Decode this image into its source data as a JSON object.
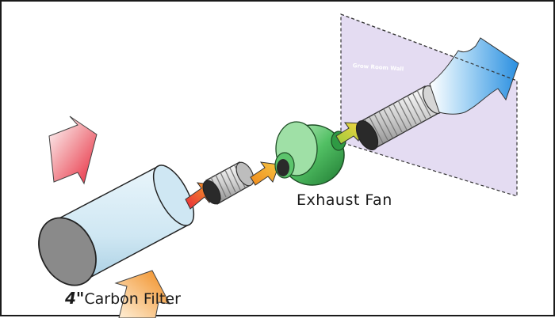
{
  "labels": {
    "exhaust_fan": "Exhaust Fan",
    "carbon_filter_size": "4\"",
    "carbon_filter": "Carbon Filter",
    "grow_room_wall": "Grow Room Wall"
  },
  "colors": {
    "wall_fill": "#e4dcf2",
    "air_in_red": "#e8283c",
    "air_in_orange": "#f08a1c",
    "fan_green": "#3fae55",
    "exhaust_blue": "#2a8fe0",
    "filter_light": "#dceff8",
    "filter_end": "#888888"
  }
}
